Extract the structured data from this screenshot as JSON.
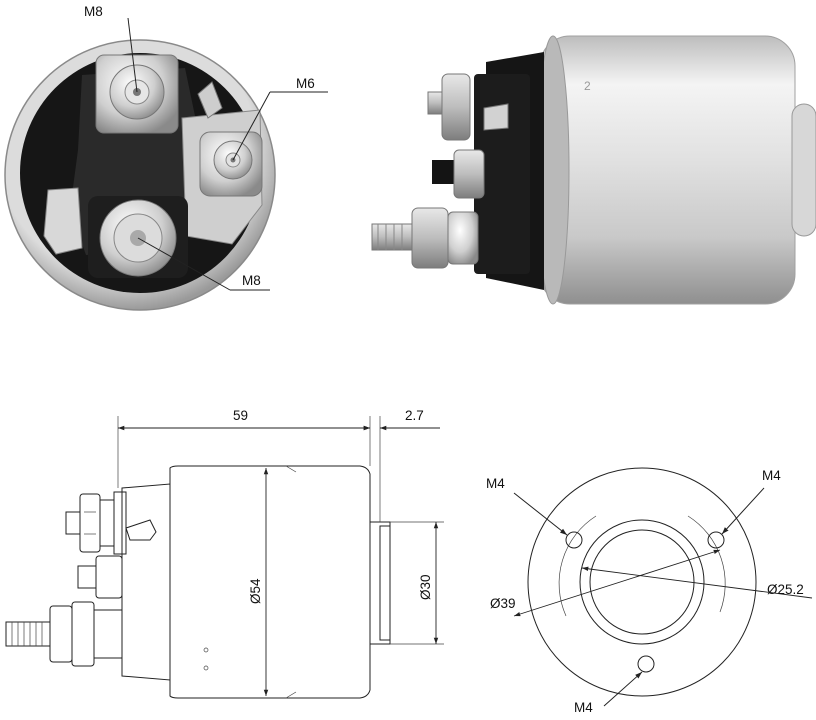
{
  "colors": {
    "housing_light": "#eeeeee",
    "housing_mid": "#c8c8c8",
    "housing_dark": "#8c8c8c",
    "insulator": "#161616",
    "metal": "#d0d0d0",
    "line": "#222222"
  },
  "front_view_photo": {
    "labels": {
      "top_terminal": "M8",
      "side_terminal": "M6",
      "bottom_terminal": "M8"
    }
  },
  "side_view_photo": {},
  "side_drawing": {
    "dimensions": {
      "length": "59",
      "offset": "2.7",
      "body_diameter": "Ø54",
      "nose_diameter": "Ø30"
    }
  },
  "end_drawing": {
    "labels": {
      "hole_top_left": "M4",
      "hole_top_right": "M4",
      "hole_bottom": "M4",
      "bolt_circle": "Ø39",
      "bore": "Ø25.2"
    }
  }
}
